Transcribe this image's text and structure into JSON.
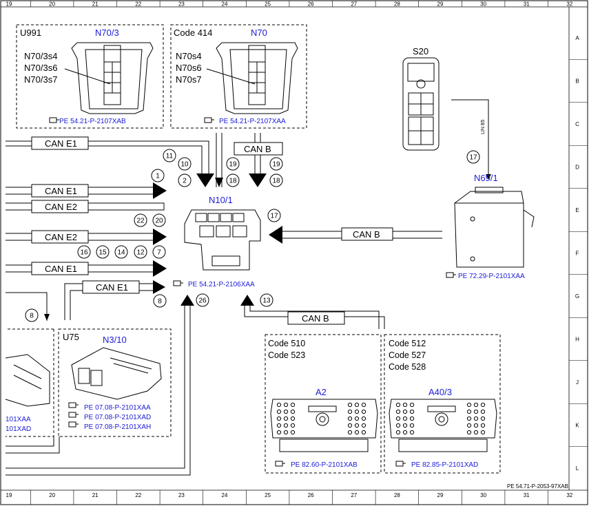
{
  "grid": {
    "columns": [
      "19",
      "20",
      "21",
      "22",
      "23",
      "24",
      "25",
      "26",
      "27",
      "28",
      "29",
      "30",
      "31",
      "32"
    ],
    "rows": [
      "A",
      "B",
      "C",
      "D",
      "E",
      "F",
      "G",
      "H",
      "J",
      "K",
      "L"
    ]
  },
  "footer_ref": "PE 54.71-P-2053-97XAB",
  "boxes": {
    "u991": {
      "code": "U991",
      "name": "N70/3",
      "s1": "N70/3s4",
      "s2": "N70/3s6",
      "s3": "N70/3s7",
      "ref": "PE 54.21-P-2107XAB"
    },
    "code414": {
      "code": "Code 414",
      "name": "N70",
      "s1": "N70s4",
      "s2": "N70s6",
      "s3": "N70s7",
      "ref": "PE 54.21-P-2107XAA"
    },
    "u75": {
      "code": "U75",
      "name": "N3/10",
      "ref1": "PE 07.08-P-2101XAA",
      "ref2": "PE 07.08-P-2101XAD",
      "ref3": "PE 07.08-P-2101XAH"
    },
    "left_partial": {
      "ref1": "101XAA",
      "ref2": "101XAD"
    },
    "a2": {
      "code1": "Code 510",
      "code2": "Code 523",
      "name": "A2",
      "ref": "PE 82.60-P-2101XAB"
    },
    "a40": {
      "code1": "Code 512",
      "code2": "Code 527",
      "code3": "Code 528",
      "name": "A40/3",
      "ref": "PE 82.85-P-2101XAD"
    }
  },
  "components": {
    "s20": {
      "name": "S20"
    },
    "n69": {
      "name": "N69/1",
      "ref": "PE 72.29-P-2101XAA",
      "lin": "LIN B5"
    },
    "n10": {
      "name": "N10/1",
      "ref": "PE 54.21-P-2106XAA"
    }
  },
  "bus_labels": {
    "can_e1_top": "CAN E1",
    "can_b_top": "CAN B",
    "can_e1_a": "CAN E1",
    "can_e2_a": "CAN E2",
    "can_e2_b": "CAN E2",
    "can_e1_b": "CAN E1",
    "can_e1_c": "CAN E1",
    "can_b_right": "CAN B",
    "can_b_bottom": "CAN B"
  },
  "markers": {
    "m11": "11",
    "m10": "10",
    "m2": "2",
    "m19a": "19",
    "m18a": "18",
    "m19b": "19",
    "m18b": "18",
    "m1": "1",
    "m22": "22",
    "m20": "20",
    "m17a": "17",
    "m16": "16",
    "m15": "15",
    "m14": "14",
    "m12": "12",
    "m7": "7",
    "m8a": "8",
    "m26": "26",
    "m13": "13",
    "m8b": "8",
    "m17b": "17"
  }
}
